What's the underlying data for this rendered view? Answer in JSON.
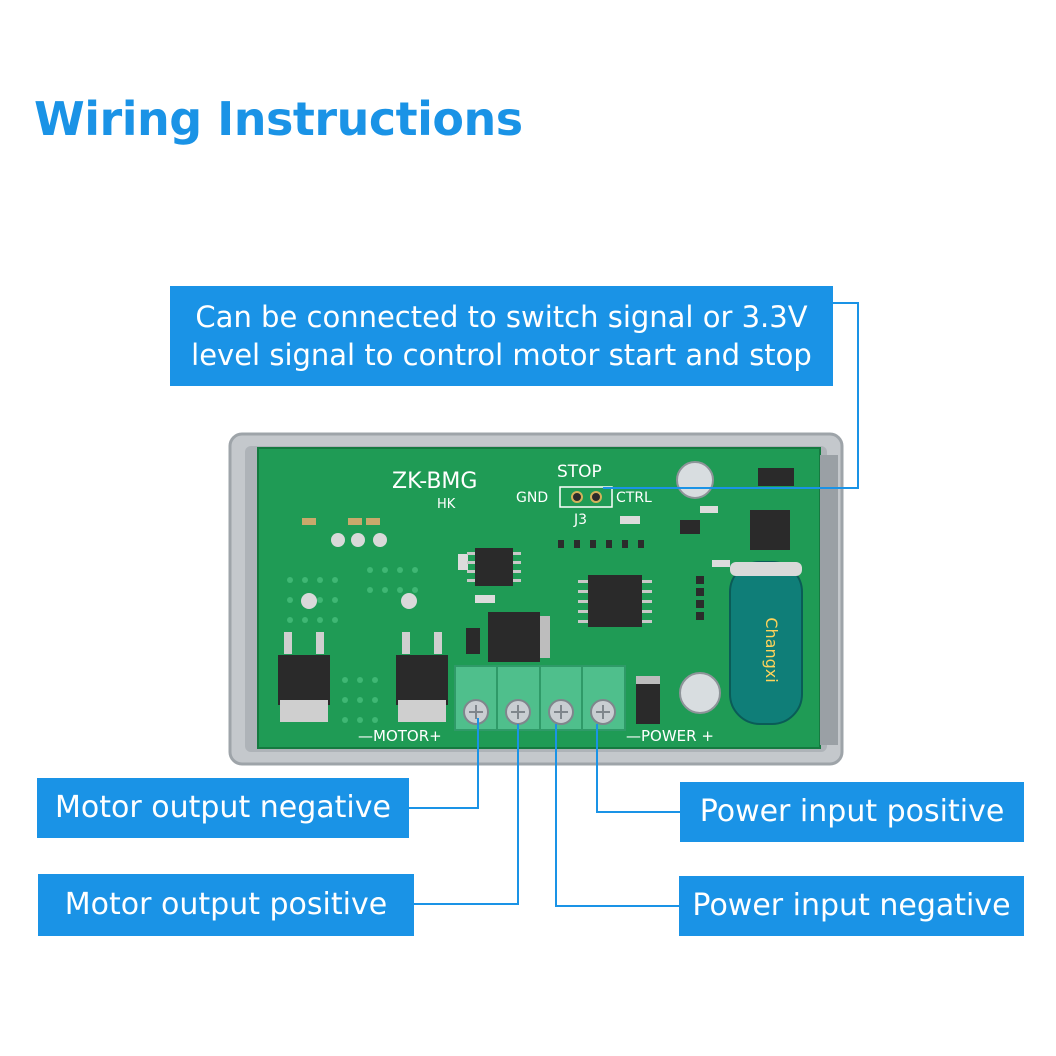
{
  "title": "Wiring Instructions",
  "callouts": {
    "ctrl_line1": "Can be connected to switch signal or 3.3V",
    "ctrl_line2": "level signal to control motor start and stop",
    "motor_negative": "Motor output negative",
    "motor_positive": "Motor output positive",
    "power_positive": "Power input positive",
    "power_negative": "Power input negative"
  },
  "board": {
    "model": "ZK-BMG",
    "sub": "HK",
    "stop": "STOP",
    "gnd": "GND",
    "ctrl": "CTRL",
    "j3": "J3",
    "motor_label": "—MOTOR+",
    "power_label": "—POWER +",
    "cap_brand": "Changxi"
  },
  "colors": {
    "accent": "#1a93e6",
    "pcb": "#1f9b55",
    "terminal": "#4fbf8c",
    "case": "#b9bec3"
  }
}
